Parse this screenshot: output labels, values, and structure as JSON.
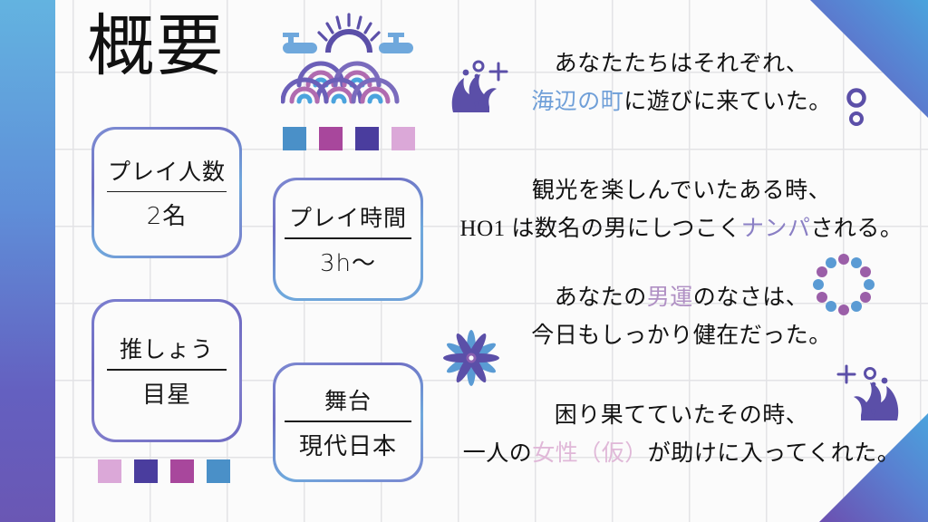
{
  "slide": {
    "title": "概要",
    "background_color": "#fbfbfb",
    "grid_color": "#e3e3e6",
    "accent_gradient_from": "#63b3e0",
    "accent_gradient_to": "#6a57b4"
  },
  "cards": [
    {
      "id": "players",
      "label": "プレイ人数",
      "value": "2名"
    },
    {
      "id": "time",
      "label": "プレイ時間",
      "value": "3h〜"
    },
    {
      "id": "suggest",
      "label": "推しょう",
      "value": "目星"
    },
    {
      "id": "stage",
      "label": "舞台",
      "value": "現代日本"
    }
  ],
  "swatches": {
    "top": [
      "#4a90c8",
      "#a8479c",
      "#4a3d9e",
      "#dba8d8"
    ],
    "bottom": [
      "#dba8d8",
      "#4a3d9e",
      "#a8479c",
      "#4a90c8"
    ]
  },
  "story": {
    "paragraphs": [
      {
        "id": "para-1",
        "lines": [
          [
            {
              "text": "あなたたちはそれぞれ、",
              "color": "normal"
            }
          ],
          [
            {
              "text": "海辺の町",
              "color": "blue"
            },
            {
              "text": "に遊びに来ていた。",
              "color": "normal"
            }
          ]
        ]
      },
      {
        "id": "para-2",
        "lines": [
          [
            {
              "text": "観光を楽しんでいたある時、",
              "color": "normal"
            }
          ],
          [
            {
              "text": "HO1 は数名の男にしつこく",
              "color": "normal"
            },
            {
              "text": "ナンパ",
              "color": "purple"
            },
            {
              "text": "される。",
              "color": "normal"
            }
          ]
        ]
      },
      {
        "id": "para-3",
        "lines": [
          [
            {
              "text": "あなたの",
              "color": "normal"
            },
            {
              "text": "男運",
              "color": "mauve"
            },
            {
              "text": "のなさは、",
              "color": "normal"
            }
          ],
          [
            {
              "text": "今日もしっかり健在だった。",
              "color": "normal"
            }
          ]
        ]
      },
      {
        "id": "para-4",
        "lines": [
          [
            {
              "text": "困り果てていたその時、",
              "color": "normal"
            }
          ],
          [
            {
              "text": "一人の",
              "color": "normal"
            },
            {
              "text": "女性（仮）",
              "color": "pink"
            },
            {
              "text": "が助けに入ってくれた。",
              "color": "normal"
            }
          ]
        ]
      }
    ],
    "highlight_colors": {
      "blue": "#6f9fd8",
      "purple": "#8a7fc4",
      "mauve": "#b090c4",
      "pink": "#e0b8d8"
    }
  },
  "decorations": [
    {
      "name": "seigaiha-wave-pattern-icon",
      "colors": [
        "#6a8fd0",
        "#7a6bbd",
        "#b06bb0",
        "#6fa8dc"
      ]
    },
    {
      "name": "wave-splash-icon",
      "color": "#5b4fa8"
    },
    {
      "name": "double-circle-icon",
      "color": "#5b4fa8"
    },
    {
      "name": "dot-ring-icon",
      "colors": [
        "#5a9bd4",
        "#9b5fa8"
      ]
    },
    {
      "name": "chrysanthemum-flower-icon",
      "colors": [
        "#5a9bd4",
        "#5b4fa8"
      ]
    },
    {
      "name": "wave-splash-mirrored-icon",
      "color": "#5b4fa8"
    }
  ]
}
